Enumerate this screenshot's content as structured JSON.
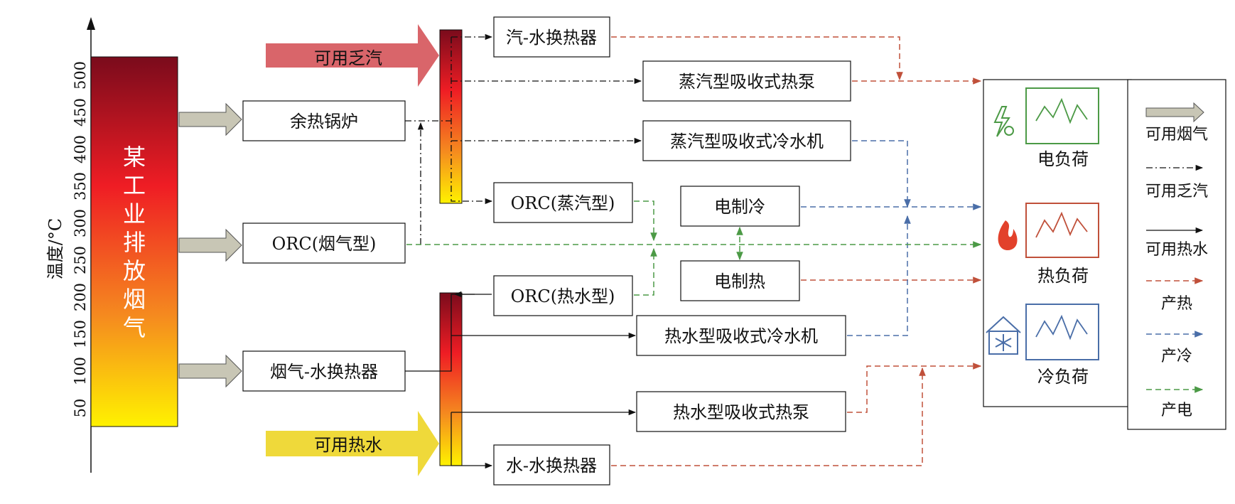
{
  "axis": {
    "title": "温度/°C",
    "ticks": [
      "50",
      "100",
      "150",
      "200",
      "250",
      "300",
      "350",
      "400",
      "450",
      "500"
    ]
  },
  "source": {
    "label_chars": [
      "某",
      "工",
      "业",
      "排",
      "放",
      "烟",
      "气"
    ]
  },
  "inputs": {
    "steam": "可用乏汽",
    "hotwater": "可用热水"
  },
  "boxes": {
    "waste_boiler": "余热锅炉",
    "orc_flue": "ORC(烟气型)",
    "flue_water_hx": "烟气-水换热器",
    "steam_water_hx": "汽-水换热器",
    "steam_abs_hp": "蒸汽型吸收式热泵",
    "steam_abs_chiller": "蒸汽型吸收式冷水机",
    "orc_steam": "ORC(蒸汽型)",
    "orc_hotwater": "ORC(热水型)",
    "elec_cool": "电制冷",
    "elec_heat": "电制热",
    "hw_abs_chiller": "热水型吸收式冷水机",
    "hw_abs_hp": "热水型吸收式热泵",
    "water_water_hx": "水-水换热器"
  },
  "loads": {
    "elec": "电负荷",
    "heat": "热负荷",
    "cold": "冷负荷"
  },
  "legend": [
    "可用烟气",
    "可用乏汽",
    "可用热水",
    "产热",
    "产冷",
    "产电"
  ],
  "colors": {
    "heat": "#c0503a",
    "cold": "#4a6ea8",
    "elec": "#4c9a46",
    "steam_arrow": "#d9656a",
    "hotwater_arrow": "#efd93a",
    "flue_arrow": "#c8c6b5"
  }
}
